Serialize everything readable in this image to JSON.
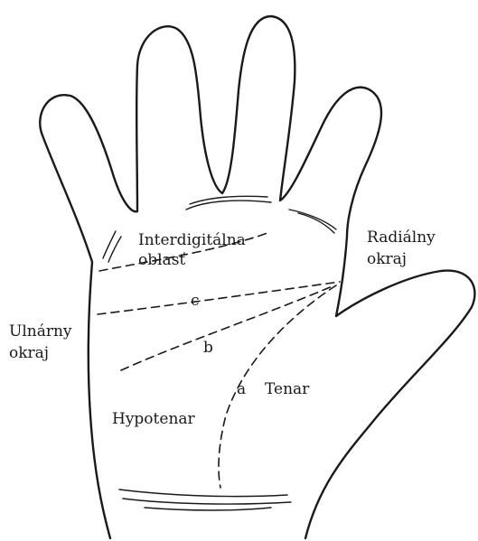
{
  "labels": {
    "interdigital_line1": "Interdigitálna",
    "interdigital_line2": "oblasť",
    "radial_line1": "Radiálny",
    "radial_line2": "okraj",
    "ulnar_line1": "Ulnárny",
    "ulnar_line2": "okraj",
    "line_c": "c",
    "line_b": "b",
    "line_a": "a",
    "tenar": "Tenar",
    "hypotenar": "Hypotenar"
  }
}
